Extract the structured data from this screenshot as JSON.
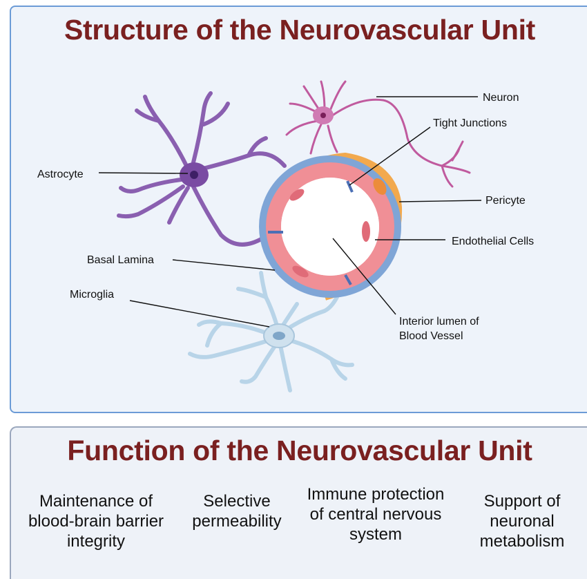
{
  "structure": {
    "title": "Structure of the Neurovascular Unit",
    "labels": {
      "neuron": "Neuron",
      "tight_junctions": "Tight Junctions",
      "astrocyte": "Astrocyte",
      "pericyte": "Pericyte",
      "endothelial": "Endothelial Cells",
      "basal_lamina": "Basal Lamina",
      "microglia": "Microglia",
      "lumen_line1": "Interior lumen of",
      "lumen_line2": "Blood Vessel"
    }
  },
  "function": {
    "title": "Function of the Neurovascular Unit",
    "items": [
      "Maintenance of blood-brain barrier integrity",
      "Selective permeability",
      "Immune protection of central nervous system",
      "Support of neuronal metabolism"
    ]
  },
  "colors": {
    "title": "#7a2020",
    "astrocyte": "#8a5fb0",
    "neuron": "#c05a9e",
    "microglia": "#b8d4e8",
    "pericyte": "#f2a94d",
    "endothelial": "#f08f96",
    "basal_lamina": "#7fa5d6"
  }
}
